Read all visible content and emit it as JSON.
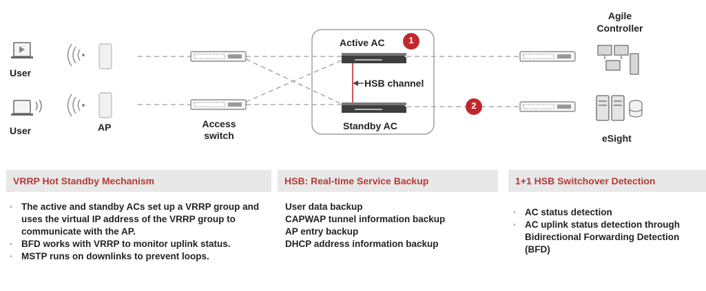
{
  "diagram": {
    "user_top_label": "User",
    "user_bottom_label": "User",
    "ap_label": "AP",
    "access_switch_label": "Access switch",
    "active_ac_label": "Active AC",
    "standby_ac_label": "Standby AC",
    "hsb_channel_label": "HSB channel",
    "agile_controller_label": "Agile Controller",
    "esight_label": "eSight",
    "badge_1": "1",
    "badge_2": "2",
    "badge_color": "#c0282d"
  },
  "panels": {
    "vrrp": {
      "title": "VRRP Hot Standby Mechanism",
      "items": [
        "The active and standby ACs set up a VRRP group and uses the virtual IP address of the VRRP group to communicate with the AP.",
        "BFD works with VRRP to monitor uplink status.",
        "MSTP runs on downlinks to prevent loops."
      ]
    },
    "hsb": {
      "title": "HSB: Real-time Service Backup",
      "items": [
        "User data backup",
        "CAPWAP tunnel information backup",
        "AP entry backup",
        "DHCP address information backup"
      ]
    },
    "detection": {
      "title": "1+1 HSB Switchover Detection",
      "items": [
        "AC status detection",
        "AC uplink status detection through Bidirectional Forwarding Detection (BFD)"
      ]
    }
  }
}
